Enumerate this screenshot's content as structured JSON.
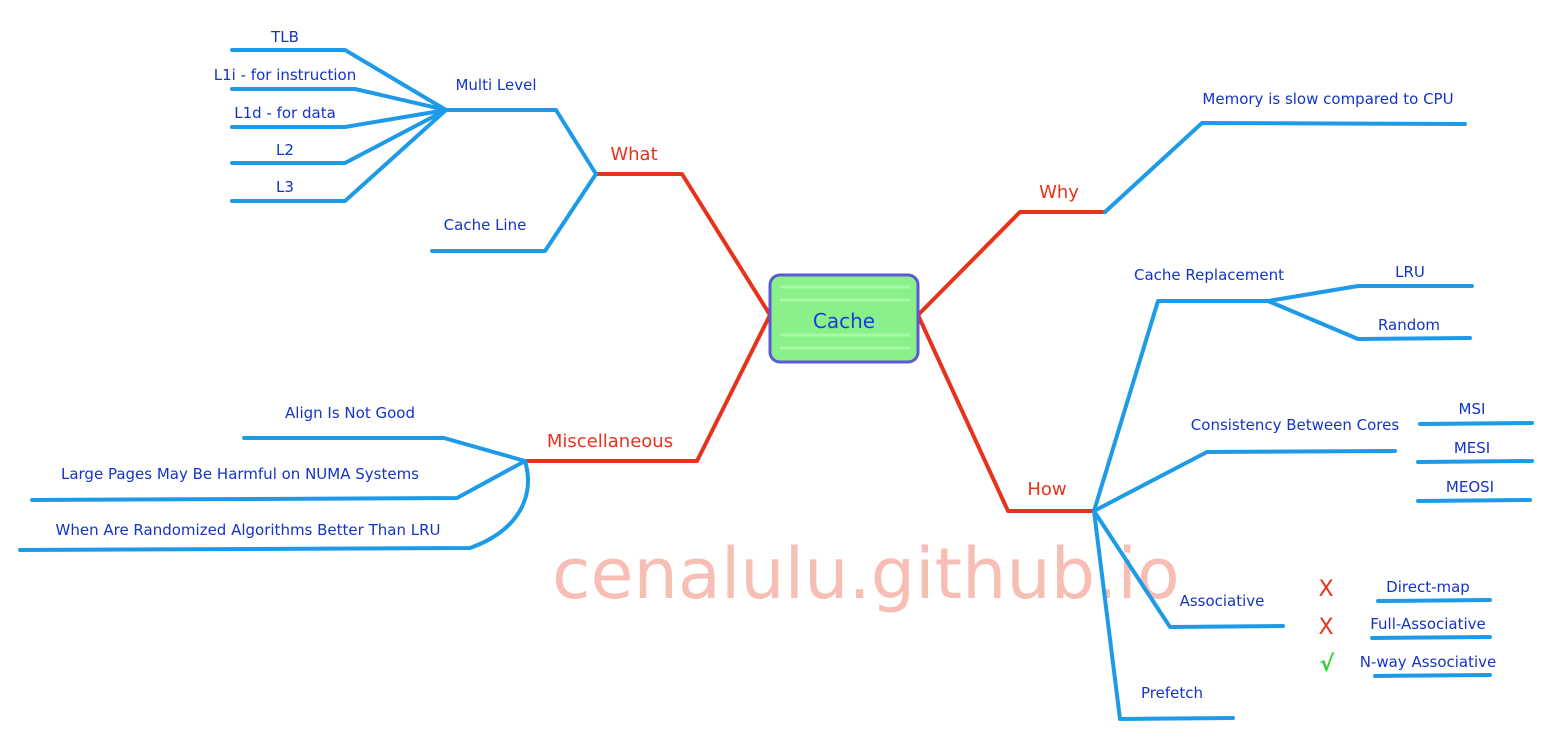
{
  "center": {
    "label": "Cache"
  },
  "branches": {
    "what": "What",
    "why": "Why",
    "how": "How",
    "misc": "Miscellaneous"
  },
  "what": {
    "multi_level": "Multi Level",
    "levels": [
      "TLB",
      "L1i - for instruction",
      "L1d - for data",
      "L2",
      "L3"
    ],
    "cache_line": "Cache Line"
  },
  "why": {
    "reason": "Memory is slow compared to CPU"
  },
  "how": {
    "replacement": {
      "label": "Cache Replacement",
      "items": [
        "LRU",
        "Random"
      ]
    },
    "consistency": {
      "label": "Consistency Between Cores",
      "items": [
        "MSI",
        "MESI",
        "MEOSI"
      ]
    },
    "associative": {
      "label": "Associative",
      "items": [
        {
          "label": "Direct-map",
          "mark": "X"
        },
        {
          "label": "Full-Associative",
          "mark": "X"
        },
        {
          "label": "N-way Associative",
          "mark": "√"
        }
      ]
    },
    "prefetch": "Prefetch"
  },
  "misc": {
    "items": [
      "Align Is Not Good",
      "Large Pages May Be Harmful on NUMA Systems",
      "When Are Randomized Algorithms Better Than LRU"
    ]
  },
  "watermark": "cenalulu.github.io",
  "colors": {
    "branch_red": "#e8331c",
    "leaf_blue": "#1e9be8",
    "text_blue": "#1434c8",
    "center_fill": "#8af08a",
    "center_border": "#5a5ad8",
    "check_green": "#2fd02f",
    "watermark": "#f6b7ae"
  }
}
